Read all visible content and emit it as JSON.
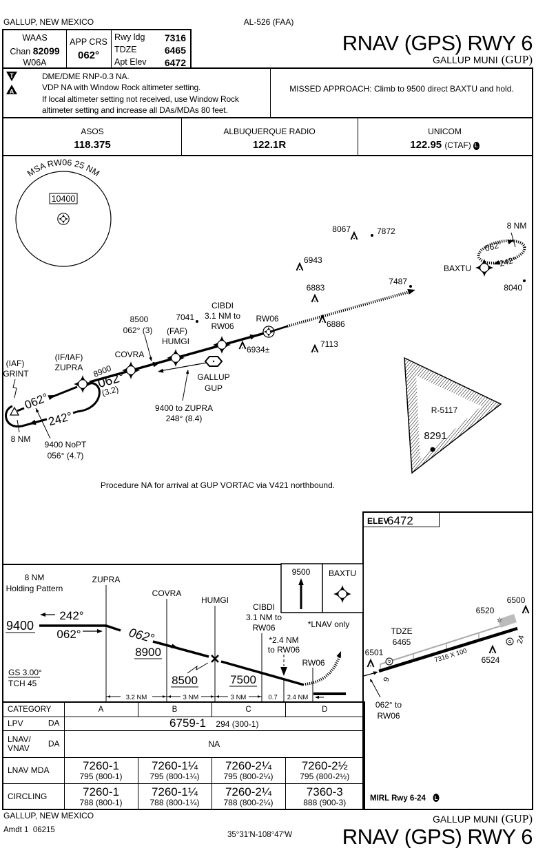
{
  "header": {
    "location": "GALLUP, NEW MEXICO",
    "chart_id": "AL-526 (FAA)",
    "procedure": "RNAV (GPS) RWY 6",
    "airport_name": "GALLUP MUNI",
    "airport_id": "(GUP)"
  },
  "briefing": {
    "waas": "WAAS",
    "chan_label": "Chan",
    "chan": "82099",
    "ref_path_id": "W06A",
    "app_crs_label": "APP CRS",
    "app_crs": "062°",
    "rwy_ldg_label": "Rwy ldg",
    "rwy_ldg": "7316",
    "tdze_label": "TDZE",
    "tdze": "6465",
    "apt_elev_label": "Apt Elev",
    "apt_elev": "6472"
  },
  "notes": {
    "takeoff_glyph": "T",
    "alternate_glyph": "A",
    "lines": [
      "DME/DME RNP-0.3 NA.",
      "VDP NA with Window Rock altimeter setting.",
      "If local altimeter setting not received, use Window Rock",
      "altimeter setting and increase all DAs/MDAs 80 feet."
    ],
    "missed_approach": "MISSED APPROACH: Climb to 9500 direct BAXTU and hold."
  },
  "comms": [
    {
      "name": "ASOS",
      "freq": "118.375",
      "suffix": ""
    },
    {
      "name": "ALBUQUERQUE RADIO",
      "freq": "122.1R",
      "suffix": ""
    },
    {
      "name": "UNICOM",
      "freq": "122.95",
      "suffix": "(CTAF)",
      "lighting_glyph": "L"
    }
  ],
  "planview": {
    "msa_label": "MSA RW06 25 NM",
    "msa_altitude": "10400",
    "grint_role": "(IAF)",
    "grint": "GRINT",
    "zupra_role": "(IF/IAF)",
    "zupra": "ZUPRA",
    "covra": "COVRA",
    "humgi_role": "(FAF)",
    "humgi": "HUMGI",
    "cibdi": "CIBDI",
    "cibdi_dist_1": "3.1 NM to",
    "cibdi_dist_2": "RW06",
    "rw06": "RW06",
    "baxtu": "BAXTU",
    "navaid_name": "GALLUP",
    "navaid_id": "GUP",
    "hold_zupra_inbound": "062°",
    "hold_zupra_outbound": "242°",
    "hold_zupra_length": "8 NM",
    "nopt_alt": "9400 NoPT",
    "nopt_course": "056° (4.7)",
    "seg_zupra_covra_alt": "8900",
    "seg_zupra_covra_crs": "062°",
    "seg_zupra_covra_dist": "(3.2)",
    "seg_covra_humgi_alt": "8500",
    "seg_covra_humgi_crs": "062° (3)",
    "feeder_1": "9400 to ZUPRA",
    "feeder_2": "248° (8.4)",
    "hold_baxtu_outbound": "062°",
    "hold_baxtu_inbound": "242°",
    "hold_baxtu_length": "8 NM",
    "spot_elevations": [
      "8067",
      "7872",
      "6943",
      "6883",
      "7487",
      "6886",
      "7113",
      "7041",
      "6934±",
      "8040",
      "8291"
    ],
    "restricted_area": "R-5117",
    "note": "Procedure NA for arrival at GUP VORTAC via V421 northbound."
  },
  "profile": {
    "hold_label_1": "8 NM",
    "hold_label_2": "Holding Pattern",
    "hold_alt": "9400",
    "hold_outbound": "242°",
    "hold_inbound": "062°",
    "zupra": "ZUPRA",
    "covra": "COVRA",
    "humgi": "HUMGI",
    "cibdi": "CIBDI",
    "cibdi_note_1": "3.1 NM to",
    "cibdi_note_2": "RW06",
    "rw06": "RW06",
    "course": "062°",
    "alt_zupra_covra": "8900",
    "alt_humgi": "8500",
    "alt_cibdi": "7500",
    "vdp_note_1": "*2.4 NM",
    "vdp_note_2": "to RW06",
    "lnav_note": "*LNAV only",
    "gs": "GS 3.00°",
    "tch": "TCH 45",
    "missed_alt": "9500",
    "missed_fix": "BAXTU",
    "distances": [
      "3.2 NM",
      "3 NM",
      "3 NM",
      "0.7",
      "2.4 NM"
    ]
  },
  "minimums": {
    "header": [
      "CATEGORY",
      "A",
      "B",
      "C",
      "D"
    ],
    "lpv": {
      "label": "LPV",
      "type": "DA",
      "value": "6759-1",
      "sub": "294 (300-1)"
    },
    "lnav_vnav": {
      "label_1": "LNAV/",
      "label_2": "VNAV",
      "type": "DA",
      "value": "NA"
    },
    "lnav_mda": {
      "label": "LNAV MDA",
      "cells": [
        [
          "7260-1",
          "795 (800-1)"
        ],
        [
          "7260-1¼",
          "795 (800-1¼)"
        ],
        [
          "7260-2¼",
          "795 (800-2¼)"
        ],
        [
          "7260-2½",
          "795 (800-2½)"
        ]
      ]
    },
    "circling": {
      "label": "CIRCLING",
      "cells": [
        [
          "7260-1",
          "788 (800-1)"
        ],
        [
          "7260-1¼",
          "788 (800-1¼)"
        ],
        [
          "7260-2¼",
          "788 (800-2¼)"
        ],
        [
          "7360-3",
          "888 (900-3)"
        ]
      ]
    }
  },
  "airport_sketch": {
    "elev_label": "ELEV",
    "elev": "6472",
    "tdze_label": "TDZE",
    "tdze": "6465",
    "runway_dims": "7316 X 100",
    "rwy_end_1": "6",
    "rwy_end_2": "24",
    "parking_glyph": "P",
    "spot_elevations": [
      "6500",
      "6520",
      "6501",
      "6524"
    ],
    "approach_note_1": "062° to",
    "approach_note_2": "RW06",
    "lighting": "MIRL Rwy 6-24",
    "lighting_glyph": "L"
  },
  "footer": {
    "location": "GALLUP, NEW MEXICO",
    "amendment": "Amdt 1  06215",
    "coordinates": "35°31′N-108°47′W",
    "airport_name": "GALLUP MUNI",
    "airport_id": "(GUP)",
    "procedure": "RNAV (GPS) RWY 6"
  }
}
